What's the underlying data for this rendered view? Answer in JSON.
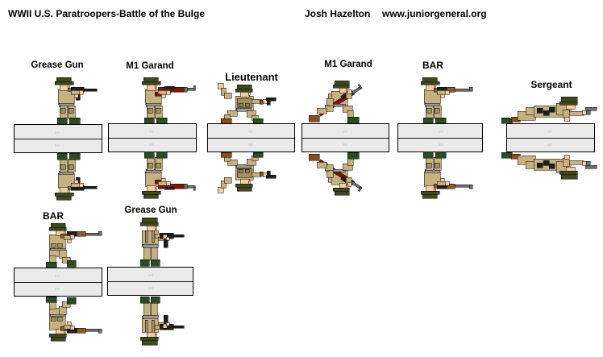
{
  "header": {
    "title": "WWII U.S. Paratroopers-Battle of the Bulge",
    "author": "Josh Hazelton",
    "website": "www.juniorgeneral.org"
  },
  "units": [
    {
      "id": "grease-gun-1",
      "label": "Grease Gun",
      "pose": "stand-aim",
      "weapon": "grease-gun"
    },
    {
      "id": "m1-garand-1",
      "label": "M1 Garand",
      "pose": "stand-aim",
      "weapon": "m1-garand"
    },
    {
      "id": "lieutenant",
      "label": "Lieutenant",
      "pose": "advance",
      "weapon": "pistol"
    },
    {
      "id": "m1-garand-2",
      "label": "M1 Garand",
      "pose": "run",
      "weapon": "m1-garand"
    },
    {
      "id": "bar-1",
      "label": "BAR",
      "pose": "stand-aim",
      "weapon": "bar"
    },
    {
      "id": "sergeant",
      "label": "Sergeant",
      "pose": "prone-crawl",
      "weapon": "pistol"
    },
    {
      "id": "bar-2",
      "label": "BAR",
      "pose": "kneel-aim",
      "weapon": "bar"
    },
    {
      "id": "grease-gun-2",
      "label": "Grease Gun",
      "pose": "stand-hip",
      "weapon": "grease-gun"
    }
  ],
  "colors": {
    "uniform": "#C7B181",
    "uniform_shade": "#A3915F",
    "webbing": "#8D7C50",
    "helmet": "#3E4A1E",
    "boots": "#2C4A23",
    "skin": "#F5CBA1",
    "gun_dark": "#1F1F1F",
    "gun_gray": "#6F6F6F",
    "garand_wood": "#7D150F",
    "bar_wood": "#8A5A2B",
    "shoe_brown": "#8A4B1F",
    "belt": "#9A9A9A",
    "patch_yellow": "#FFE600",
    "base_fill": "#EAEAEA",
    "base_border": "#000000",
    "background": "#FFFFFF",
    "text": "#000000"
  }
}
